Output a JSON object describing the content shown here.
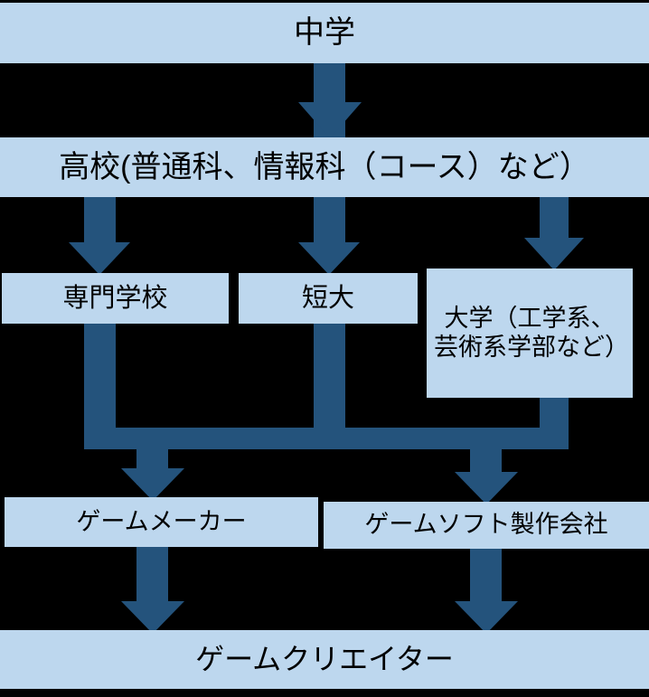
{
  "diagram": {
    "title": "",
    "colors": {
      "background": "#000000",
      "node_fill": "#bdd7ee",
      "node_text": "#000000",
      "connector": "#24537c"
    },
    "nodes": {
      "junior_high": "中学",
      "high_school": "高校(普通科、情報科（コース）など）",
      "vocational_school": "専門学校",
      "junior_college": "短大",
      "university": "大学（工学系、芸術系学部など）",
      "game_maker": "ゲームメーカー",
      "game_software_company": "ゲームソフト製作会社",
      "game_creator": "ゲームクリエイター"
    },
    "edges": [
      {
        "from": "中学",
        "to": "高校(普通科、情報科（コース）など）"
      },
      {
        "from": "高校(普通科、情報科（コース）など）",
        "to": "専門学校"
      },
      {
        "from": "高校(普通科、情報科（コース）など）",
        "to": "短大"
      },
      {
        "from": "高校(普通科、情報科（コース）など）",
        "to": "大学（工学系、芸術系学部など）"
      },
      {
        "from": "専門学校",
        "to": "ゲームメーカー"
      },
      {
        "from": "専門学校",
        "to": "ゲームソフト製作会社"
      },
      {
        "from": "短大",
        "to": "ゲームメーカー"
      },
      {
        "from": "短大",
        "to": "ゲームソフト製作会社"
      },
      {
        "from": "大学（工学系、芸術系学部など）",
        "to": "ゲームメーカー"
      },
      {
        "from": "大学（工学系、芸術系学部など）",
        "to": "ゲームソフト製作会社"
      },
      {
        "from": "ゲームメーカー",
        "to": "ゲームクリエイター"
      },
      {
        "from": "ゲームソフト製作会社",
        "to": "ゲームクリエイター"
      }
    ]
  }
}
